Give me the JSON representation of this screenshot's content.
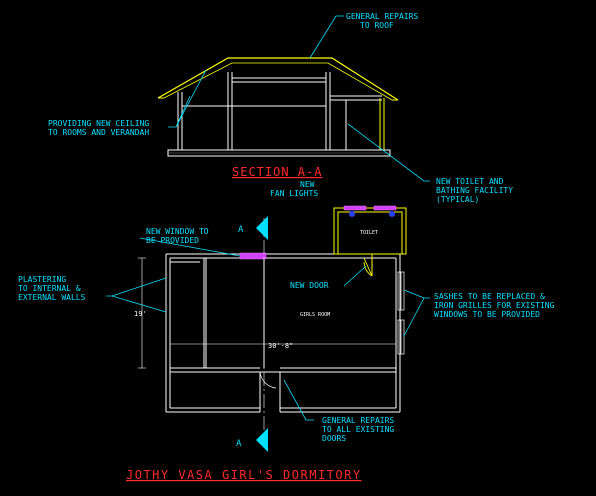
{
  "title": "JOTHY VASA GIRL'S DORMITORY",
  "section_title": "SECTION A-A",
  "section_marker": "A",
  "notes": {
    "general_repairs_roof": [
      "GENERAL REPAIRS",
      "TO ROOF"
    ],
    "new_ceiling": [
      "PROVIDING NEW CEILING",
      "TO ROOMS AND VERANDAH"
    ],
    "new_toilet": [
      "NEW TOILET AND",
      "BATHING FACILITY",
      "(TYPICAL)"
    ],
    "fan_lights": [
      "NEW",
      "FAN LIGHTS"
    ],
    "new_window": [
      "NEW WINDOW TO",
      "BE PROVIDED"
    ],
    "plastering": [
      "PLASTERING",
      "TO INTERNAL &",
      "EXTERNAL WALLS"
    ],
    "new_door": "NEW DOOR",
    "sashes": [
      "SASHES TO BE REPLACED &",
      "IRON GRILLES FOR EXISTING",
      "WINDOWS TO BE PROVIDED"
    ],
    "general_repairs_doors": [
      "GENERAL REPAIRS",
      "TO ALL EXISTING",
      "DOORS"
    ]
  },
  "room_labels": {
    "toilet": "TOILET",
    "girls_room": "GIRLS ROOM"
  },
  "dimensions": {
    "width": "30'-8\"",
    "height": "19'"
  },
  "colors": {
    "background": "#000000",
    "note": "#00e0ff",
    "wall": "#ffffff",
    "roof": "#ffff00",
    "title": "#ff2a2a",
    "window": "#cc44ff",
    "door": "#ffff00",
    "marker": "#00e0ff"
  }
}
